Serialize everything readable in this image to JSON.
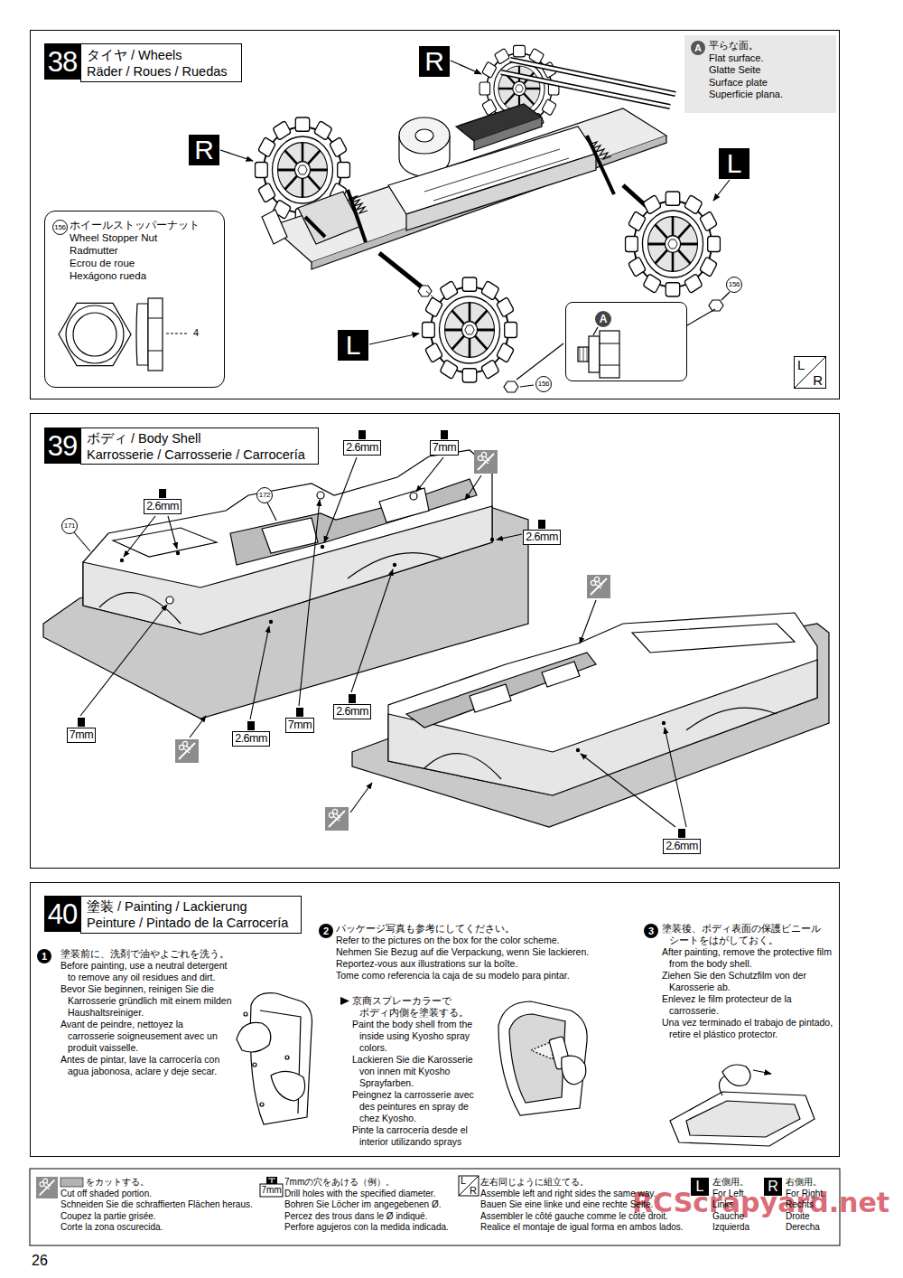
{
  "diagram": {
    "nodes": [
      {
        "text": [
          "38",
          "タイヤ / Wheels",
          "Räder / Roues / Ruedas"
        ]
      },
      {
        "text": [
          "A",
          "平らな面。",
          "Flat surface.",
          "Glatte Seite",
          "Surface plate",
          "Superficie plana."
        ],
        "in": 0
      },
      {
        "text": [
          "156",
          "ホイールストッパーナット",
          "Wheel Stopper Nut",
          "Radmutter",
          "Ecrou de roue",
          "Hexágono rueda",
          "4"
        ],
        "in": 0
      },
      {
        "text": [
          "R"
        ],
        "in": 0
      },
      {
        "text": [
          "R"
        ],
        "in": 0
      },
      {
        "text": [
          "L"
        ],
        "in": 0
      },
      {
        "text": [
          "L"
        ],
        "in": 0
      },
      {
        "text": [
          "156"
        ],
        "in": 0
      },
      {
        "text": [
          "156"
        ],
        "in": 0
      },
      {
        "text": [
          "A"
        ],
        "in": 0
      },
      {
        "text": [
          "L",
          "R"
        ],
        "in": 0
      },
      {
        "text": [
          "39",
          "ボディ / Body Shell",
          "Karrosserie / Carrosserie / Carrocería"
        ]
      },
      {
        "text": [
          "171"
        ],
        "in": 11
      },
      {
        "text": [
          "172"
        ],
        "in": 11
      },
      {
        "text": [
          "2.6mm"
        ],
        "in": 11
      },
      {
        "text": [
          "2.6mm"
        ],
        "in": 11
      },
      {
        "text": [
          "7mm"
        ],
        "in": 11
      },
      {
        "text": [
          "2.6mm"
        ],
        "in": 11
      },
      {
        "text": [
          "7mm"
        ],
        "in": 11
      },
      {
        "text": [
          "2.6mm"
        ],
        "in": 11
      },
      {
        "text": [
          "7mm"
        ],
        "in": 11
      },
      {
        "text": [
          "2.6mm"
        ],
        "in": 11
      },
      {
        "text": [
          "2.6mm"
        ],
        "in": 11
      },
      {
        "text": [
          "40",
          "塗装 / Painting / Lackierung",
          "Peinture / Pintado de la Carrocería"
        ]
      },
      {
        "text": [
          "1"
        ],
        "in": 23
      },
      {
        "text": [
          "2"
        ],
        "in": 23
      },
      {
        "text": [
          "3"
        ],
        "in": 23
      }
    ],
    "labels": [
      "塗装前に、洗剤で油やよごれを洗う。",
      "Before painting, use a neutral detergent to remove any oil residues and dirt.",
      "Bevor Sie beginnen, reinigen Sie die Karrosserie gründlich mit einem milden Haushaltsreiniger.",
      "Avant de peindre, nettoyez la carrosserie soigneusement avec un produit vaisselle.",
      "Antes de pintar, lave la carrocería con agua jabonosa, aclare y deje secar.",
      "パッケージ写真も参考にしてください。",
      "Refer to the pictures on the box for the color scheme.",
      "Nehmen Sie Bezug auf die Verpackung, wenn Sie lackieren.",
      "Reportez-vous aux illustrations sur la boîte.",
      "Tome como referencia la caja de su modelo para pintar.",
      "京商スプレーカラーで ボディ内側を塗装する。",
      "Paint the body shell from the inside using Kyosho spray colors.",
      "Lackieren Sie die Karosserie von innen mit Kyosho Sprayfarben.",
      "Peingnez la carrosserie avec des peintures en spray de chez Kyosho.",
      "Pinte la carrocería desde el interior utilizando sprays",
      "塗装後、ボディ表面の保護ビニール シートをはがしておく。",
      "After painting, remove the protective film from the body shell.",
      "Ziehen Sie den Schutzfilm von der Karosserie ab.",
      "Enlevez le film protecteur de la carrosserie.",
      "Una vez terminado el trabajo de pintado, retire el plástico protector.",
      "7mm",
      "L",
      "R",
      "L",
      "R",
      "RCScrapyard.net",
      "26"
    ],
    "legend": [
      {
        "text": "をカットする。"
      },
      {
        "text": "Cut off shaded portion."
      },
      {
        "text": "Schneiden Sie die schraffierten Flächen heraus."
      },
      {
        "text": "Coupez la partie grisée."
      },
      {
        "text": "Corte la zona oscurecida."
      },
      {
        "text": "7mmの穴をあける（例）。"
      },
      {
        "text": "Drill holes with the specified diameter."
      },
      {
        "text": "Bohren Sie Löcher im angegebenen Ø."
      },
      {
        "text": "Percez des trous dans le Ø indiqué."
      },
      {
        "text": "Perfore agujeros con la medida indicada."
      },
      {
        "text": "左右同じように組立てる。"
      },
      {
        "text": "Assemble left and right sides the same way."
      },
      {
        "text": "Bauen Sie eine linke und eine rechte Seite."
      },
      {
        "text": "Assembler le côté gauche comme le côté droit."
      },
      {
        "text": "Realice el montaje de igual forma en ambos lados."
      },
      {
        "text": "左側用。"
      },
      {
        "text": "For Left."
      },
      {
        "text": "Links"
      },
      {
        "text": "Gauche"
      },
      {
        "text": "Izquierda"
      },
      {
        "text": "右側用。"
      },
      {
        "text": "For Right."
      },
      {
        "text": "Rechts"
      },
      {
        "text": "Droite"
      },
      {
        "text": "Derecha"
      }
    ]
  }
}
